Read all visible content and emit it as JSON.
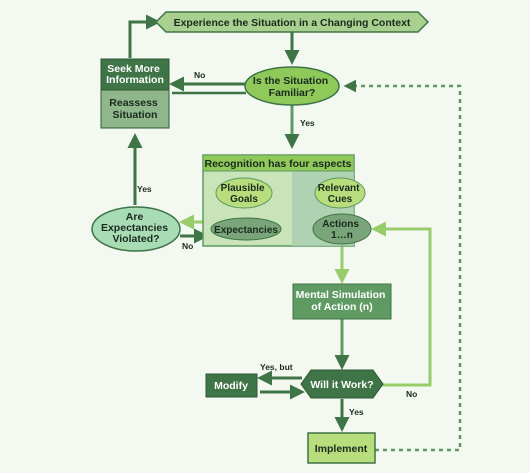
{
  "nodes": {
    "experience": "Experience the Situation in a Changing Context",
    "familiar": [
      "Is the Situation",
      "Familiar?"
    ],
    "seek_more": [
      "Seek More",
      "Information"
    ],
    "reassess": [
      "Reassess",
      "Situation"
    ],
    "recognition_title": "Recognition has four aspects",
    "plausible_goals": [
      "Plausible",
      "Goals"
    ],
    "relevant_cues": [
      "Relevant",
      "Cues"
    ],
    "expectancies": "Expectancies",
    "actions": [
      "Actions",
      "1…n"
    ],
    "expectancies_violated": [
      "Are",
      "Expectancies",
      "Violated?"
    ],
    "mental_sim": [
      "Mental Simulation",
      "of Action (n)"
    ],
    "will_it_work": "Will it Work?",
    "modify": "Modify",
    "implement": "Implement"
  },
  "edges": {
    "familiar_no": "No",
    "familiar_yes": "Yes",
    "violated_yes": "Yes",
    "violated_no": "No",
    "work_yes_but": "Yes, but",
    "work_yes": "Yes",
    "work_no": "No"
  },
  "colors": {
    "dark": "#3f7447",
    "mid": "#5e9a62",
    "light": "#c5e0b4",
    "lime": "#8ec95a",
    "pale": "#b7dd9f",
    "arrow_dark": "#3f7447",
    "arrow_light": "#98cc6b"
  }
}
